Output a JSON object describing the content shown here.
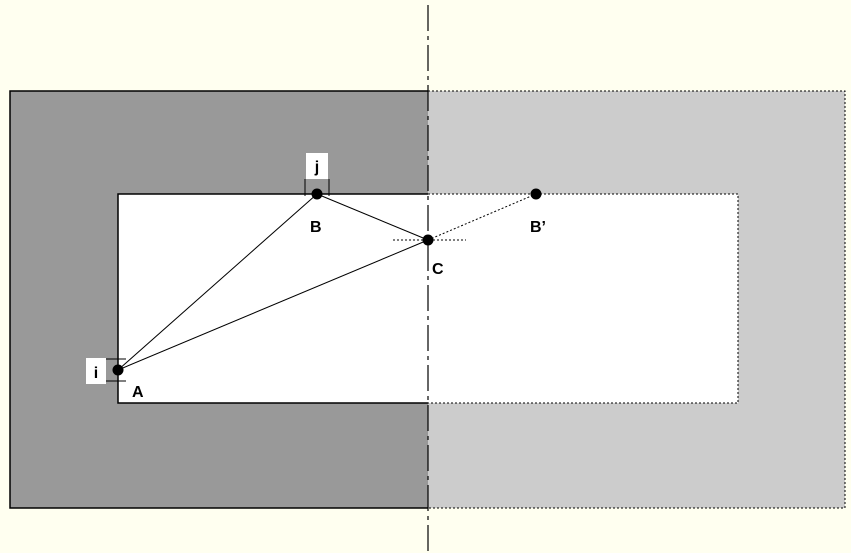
{
  "colors": {
    "background": "#fffff0",
    "dark_region": "#999999",
    "light_region": "#cccccc",
    "inner_region": "#ffffff",
    "ink": "#000000"
  },
  "labels": {
    "point_a": "A",
    "point_b": "B",
    "point_c": "C",
    "point_b_mirror": "B’",
    "offset_i": "i",
    "offset_j": "j"
  }
}
